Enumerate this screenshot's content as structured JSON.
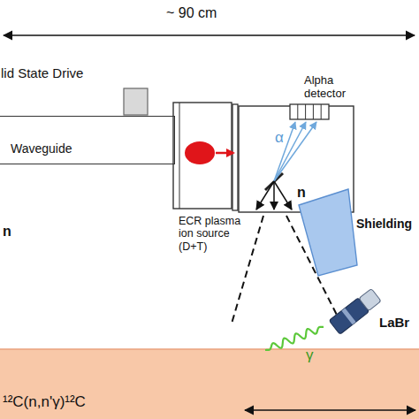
{
  "diagram": {
    "nodes": [
      {
        "text": [
          "lid State Drive"
        ]
      },
      {
        "text": [
          "Waveguide"
        ]
      },
      {
        "text": [
          "ECR plasma ion source (D+T)"
        ]
      },
      {
        "text": [
          "Alpha detector"
        ]
      },
      {
        "text": [
          "Shielding"
        ]
      },
      {
        "text": [
          "LaBr"
        ]
      },
      {
        "text": [
          "¹²C(n,n'γ)¹²C"
        ]
      }
    ],
    "edges": [
      {
        "from": 6,
        "to": 5,
        "arrow": "none",
        "label": "γ"
      }
    ],
    "labels": [
      "~ 90 cm",
      "α",
      "n",
      "n"
    ]
  }
}
